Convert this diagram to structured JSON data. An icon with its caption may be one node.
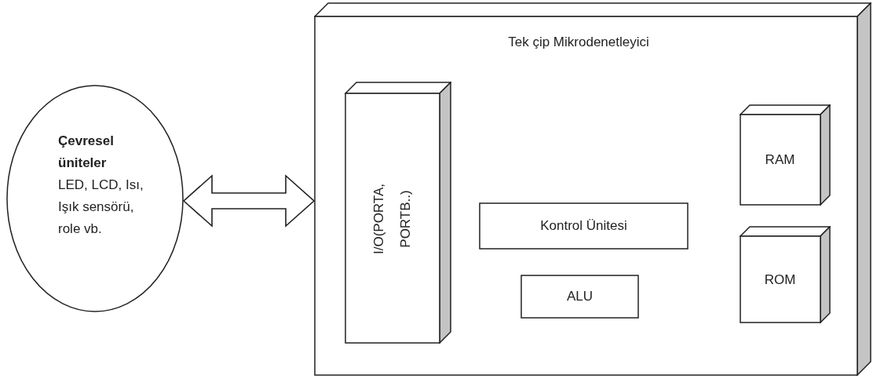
{
  "diagram": {
    "nodes": [
      {
        "text": [
          "Çevresel üniteler",
          "LED, LCD, Isı, Işık sensörü, role vb."
        ]
      },
      {
        "text": [
          "Tek çip Mikrodenetleyici"
        ]
      },
      {
        "text": [
          "I/O(PORTA, PORTB..)"
        ],
        "in": 1
      },
      {
        "text": [
          "Kontrol Ünitesi"
        ],
        "in": 1
      },
      {
        "text": [
          "ALU"
        ],
        "in": 1
      },
      {
        "text": [
          "RAM"
        ],
        "in": 1
      },
      {
        "text": [
          "ROM"
        ],
        "in": 1
      }
    ],
    "edges": [
      {
        "from": 0,
        "to": 1,
        "arrow": "both"
      }
    ]
  }
}
